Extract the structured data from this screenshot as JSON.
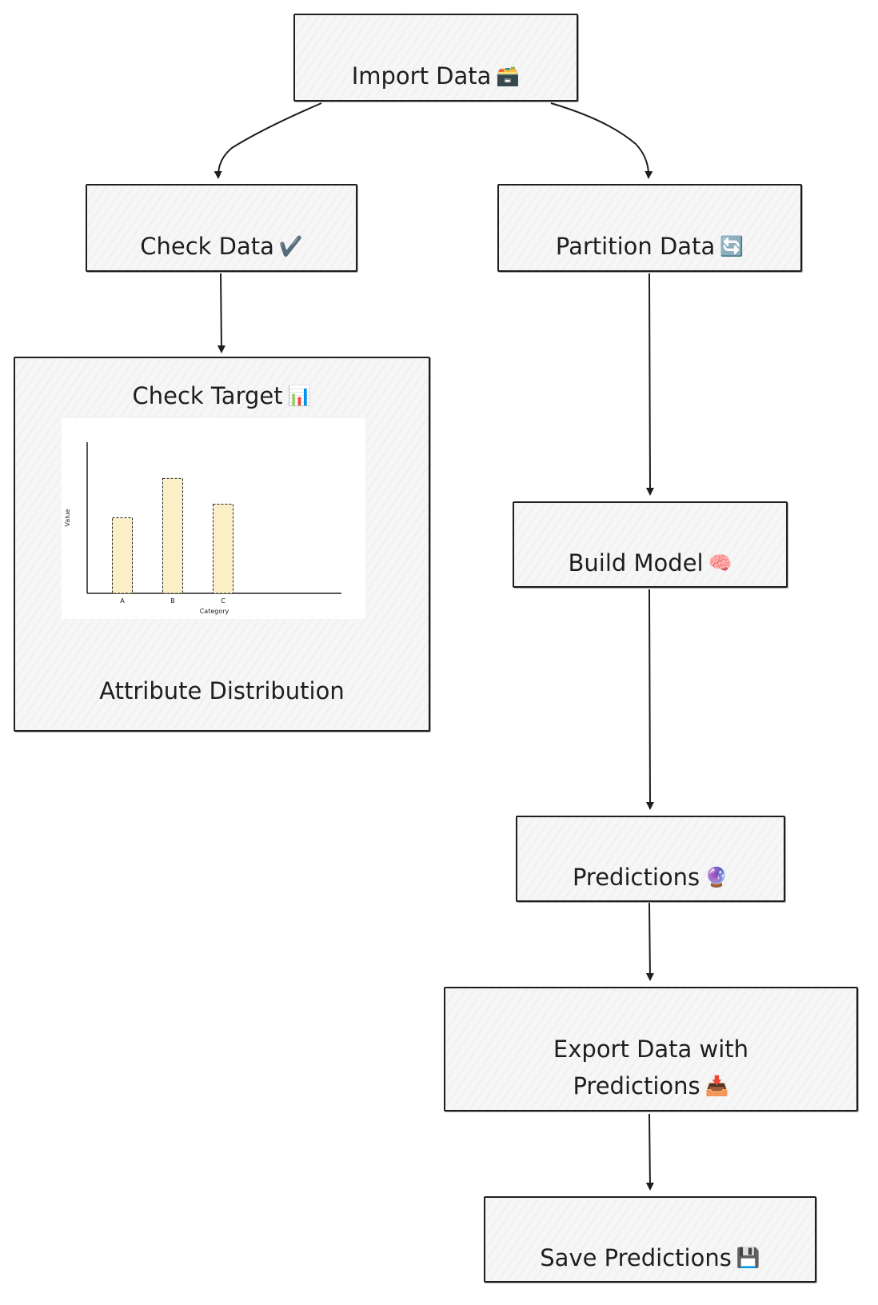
{
  "nodes": {
    "import_data": {
      "label": "Import Data",
      "emoji": "🗃️"
    },
    "check_data": {
      "label": "Check Data",
      "emoji": "✔️"
    },
    "partition_data": {
      "label": "Partition Data",
      "emoji": "🔄"
    },
    "check_target": {
      "label": "Check Target",
      "emoji": "📊",
      "caption": "Attribute Distribution"
    },
    "build_model": {
      "label": "Build Model",
      "emoji": "🧠"
    },
    "predictions": {
      "label": "Predictions",
      "emoji": "🔮"
    },
    "export_data": {
      "label": "Export Data with\nPredictions",
      "emoji": "📥"
    },
    "save_predictions": {
      "label": "Save Predictions",
      "emoji": "💾"
    }
  },
  "edges": [
    {
      "from": "import_data",
      "to": "check_data"
    },
    {
      "from": "import_data",
      "to": "partition_data"
    },
    {
      "from": "check_data",
      "to": "check_target"
    },
    {
      "from": "partition_data",
      "to": "build_model"
    },
    {
      "from": "build_model",
      "to": "predictions"
    },
    {
      "from": "predictions",
      "to": "export_data"
    },
    {
      "from": "export_data",
      "to": "save_predictions"
    }
  ],
  "colors": {
    "stroke": "#1e1e1e",
    "node_fill": "#f6f6f6",
    "bar_fill": "#fcefc7"
  },
  "chart_data": {
    "type": "bar",
    "categories": [
      "A",
      "B",
      "C"
    ],
    "values": [
      5,
      7.6,
      5.9
    ],
    "xlabel": "Category",
    "ylabel": "Value",
    "ylim": [
      0,
      10
    ],
    "grid": false
  }
}
